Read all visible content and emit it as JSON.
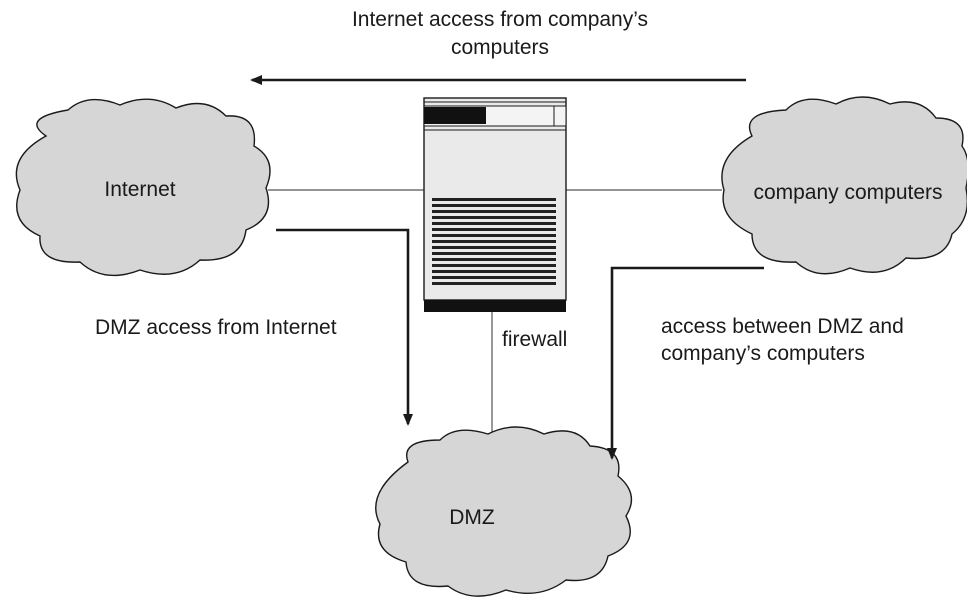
{
  "diagram": {
    "top_arrow_label": [
      "Internet access from company’s",
      "computers"
    ],
    "nodes": {
      "internet": "Internet",
      "company": "company computers",
      "dmz": "DMZ",
      "firewall": "firewall"
    },
    "dmz_access_label": "DMZ access from Internet",
    "between_label": [
      "access between DMZ and",
      "company’s computers"
    ]
  },
  "colors": {
    "cloud_fill": "#d6d6d6",
    "stroke": "#1a1a1a",
    "line": "#555555",
    "server_body": "#eaeaea"
  }
}
